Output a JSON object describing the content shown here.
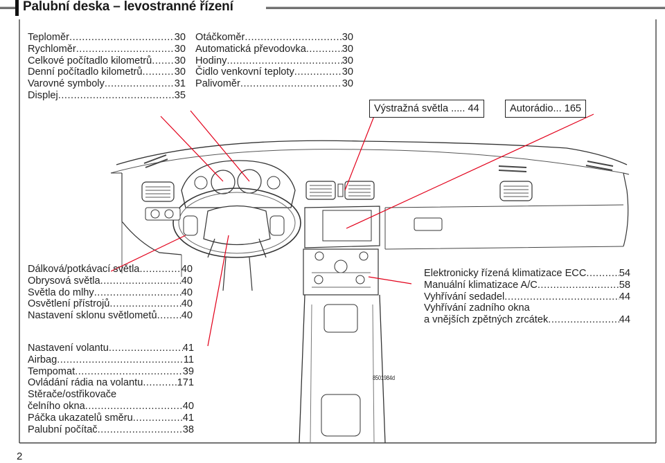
{
  "header": {
    "title": "Palubní deska – levostranné řízení"
  },
  "block_top_left": [
    {
      "label": "Teploměr",
      "page": "30"
    },
    {
      "label": "Rychloměr",
      "page": "30"
    },
    {
      "label": "Celkové počítadlo kilometrů",
      "page": "30"
    },
    {
      "label": "Denní počítadlo kilometrů",
      "page": "30"
    },
    {
      "label": "Varovné symboly",
      "page": "31"
    },
    {
      "label": "Displej",
      "page": "35"
    }
  ],
  "block_top_middle": [
    {
      "label": "Otáčkoměr",
      "page": "30"
    },
    {
      "label": "Automatická převodovka",
      "page": "30"
    },
    {
      "label": "Hodiny",
      "page": "30"
    },
    {
      "label": "Čidlo venkovní teploty",
      "page": "30"
    },
    {
      "label": "Palivoměr",
      "page": "30"
    }
  ],
  "box_warning_lights": {
    "label": "Výstražná světla",
    "page": "44"
  },
  "box_radio": {
    "label": "Autorádio",
    "page": "165"
  },
  "block_mid_left": [
    {
      "label": "Dálková/potkávací světla",
      "page": "40"
    },
    {
      "label": "Obrysová světla",
      "page": "40"
    },
    {
      "label": "Světla do mlhy",
      "page": "40"
    },
    {
      "label": "Osvětlení přístrojů",
      "page": "40"
    },
    {
      "label": "Nastavení sklonu světlometů",
      "page": "40"
    }
  ],
  "block_mid_right": {
    "rows": [
      {
        "label": "Elektronicky řízená klimatizace ECC",
        "page": "54"
      },
      {
        "label": "Manuální klimatizace A/C",
        "page": "58"
      },
      {
        "label": "Vyhřívání sedadel",
        "page": "44"
      }
    ],
    "multi_first": "Vyhřívání zadního okna",
    "multi_second": {
      "label": "a vnějších zpětných zrcátek",
      "page": "44"
    }
  },
  "block_bottom_left": {
    "rows": [
      {
        "label": "Nastavení volantu",
        "page": "41"
      },
      {
        "label": "Airbag",
        "page": "11"
      },
      {
        "label": "Tempomat",
        "page": "39"
      },
      {
        "label": "Ovládání rádia na volantu",
        "page": "171"
      }
    ],
    "multi_first": "Stěrače/ostřikovače",
    "multi_second": {
      "label": "čelního okna",
      "page": "40"
    },
    "rows_after": [
      {
        "label": "Páčka ukazatelů směru",
        "page": "41"
      },
      {
        "label": "Palubní počítač",
        "page": "38"
      }
    ]
  },
  "figure_code": "8501984d",
  "page_number": "2",
  "colors": {
    "callout_line": "#e2001a",
    "frame": "#222222"
  }
}
